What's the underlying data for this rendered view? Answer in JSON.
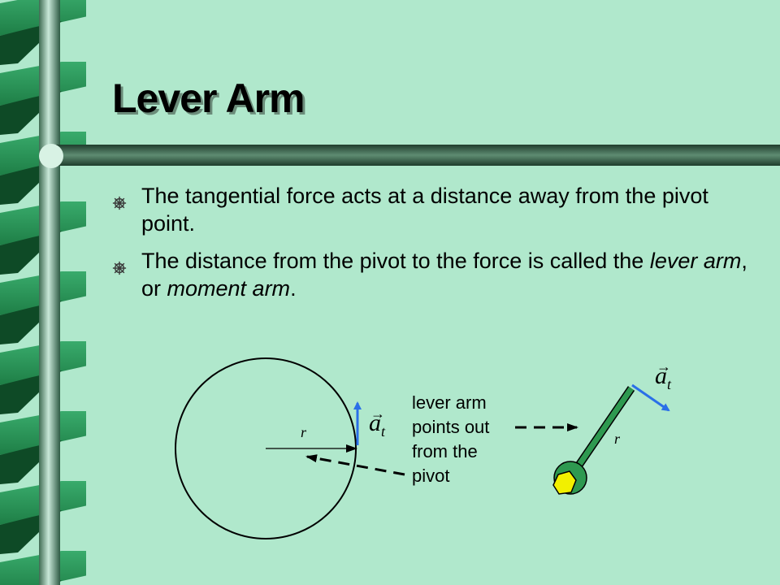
{
  "slide": {
    "title": "Lever Arm",
    "bullets": [
      {
        "parts": [
          {
            "text": "The tangential force acts at a distance away from the pivot point.",
            "italic": false
          }
        ]
      },
      {
        "parts": [
          {
            "text": "The distance from the pivot to the force is called the ",
            "italic": false
          },
          {
            "text": "lever arm",
            "italic": true
          },
          {
            "text": ", or ",
            "italic": false
          },
          {
            "text": "moment arm",
            "italic": true
          },
          {
            "text": ".",
            "italic": false
          }
        ]
      }
    ]
  },
  "diagram": {
    "label": "lever arm\npoints out\nfrom the\npivot",
    "radius_label": "r",
    "accel_symbol": "a",
    "accel_subscript": "t"
  },
  "colors": {
    "background": "#b0e8cc",
    "ribbon_green": "#2a9a5c",
    "ribbon_dark": "#0e4a26",
    "vector_blue": "#2a6fe8",
    "rod_green": "#2e9950",
    "bolt_yellow": "#f2f000"
  },
  "icons": {
    "bullet": "ship-wheel-icon"
  }
}
